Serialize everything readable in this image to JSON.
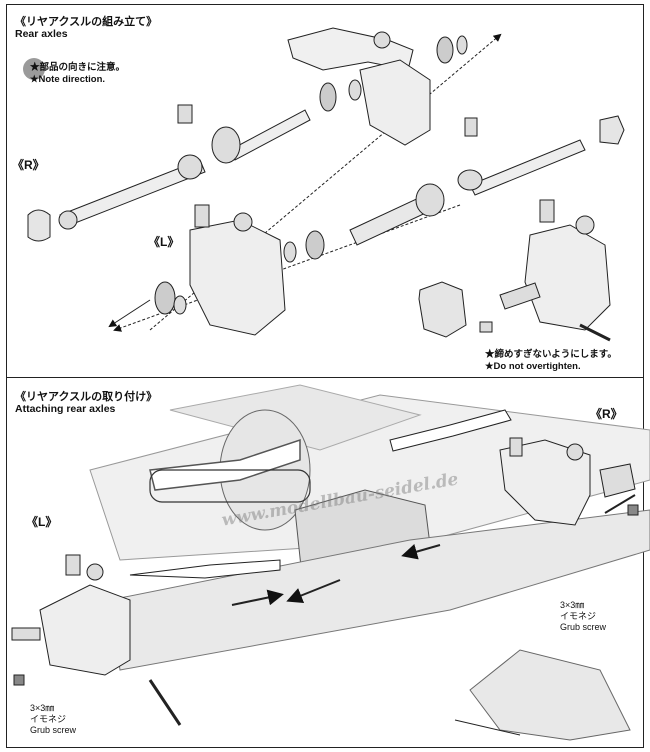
{
  "section1": {
    "title_jp": "《リヤアクスルの組み立て》",
    "title_en": "Rear axles",
    "note_direction_jp": "★部品の向きに注意。",
    "note_direction_en": "★Note direction.",
    "label_right": "《R》",
    "label_left": "《L》",
    "note_tighten_jp": "★締めすぎないようにします。",
    "note_tighten_en": "★Do not overtighten."
  },
  "section2": {
    "title_jp": "《リヤアクスルの取り付け》",
    "title_en": "Attaching rear axles",
    "label_right": "《R》",
    "label_left": "《L》",
    "screw_right": {
      "size": "3×3㎜",
      "jp": "イモネジ",
      "en": "Grub screw"
    },
    "screw_left": {
      "size": "3×3㎜",
      "jp": "イモネジ",
      "en": "Grub screw"
    }
  },
  "watermark": "www.modellbau-seidel.de"
}
